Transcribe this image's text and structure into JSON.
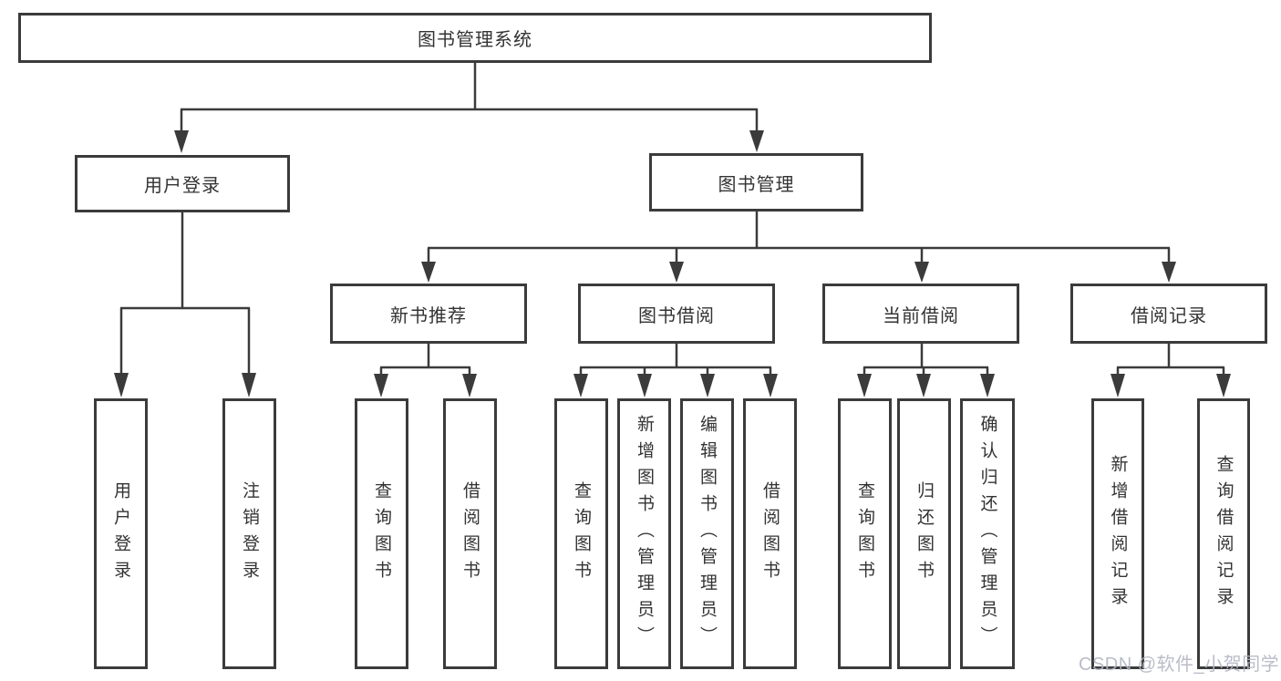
{
  "diagram": {
    "root": {
      "label": "图书管理系统"
    },
    "branches": [
      {
        "label": "用户登录",
        "children": [
          {
            "label": "用户登录"
          },
          {
            "label": "注销登录"
          }
        ]
      },
      {
        "label": "图书管理",
        "children": [
          {
            "label": "新书推荐",
            "children": [
              {
                "label": "查询图书"
              },
              {
                "label": "借阅图书"
              }
            ]
          },
          {
            "label": "图书借阅",
            "children": [
              {
                "label": "查询图书"
              },
              {
                "label": "新增图书（管理员）"
              },
              {
                "label": "编辑图书（管理员）"
              },
              {
                "label": "借阅图书"
              }
            ]
          },
          {
            "label": "当前借阅",
            "children": [
              {
                "label": "查询图书"
              },
              {
                "label": "归还图书"
              },
              {
                "label": "确认归还（管理员）"
              }
            ]
          },
          {
            "label": "借阅记录",
            "children": [
              {
                "label": "新增借阅记录"
              },
              {
                "label": "查询借阅记录"
              }
            ]
          }
        ]
      }
    ]
  },
  "watermark": {
    "text": "CSDN @软件_小贺同学"
  },
  "colors": {
    "stroke": "#3b3b3b",
    "text": "#333333",
    "background": "#ffffff",
    "watermark_text": "#b2b5c2"
  }
}
